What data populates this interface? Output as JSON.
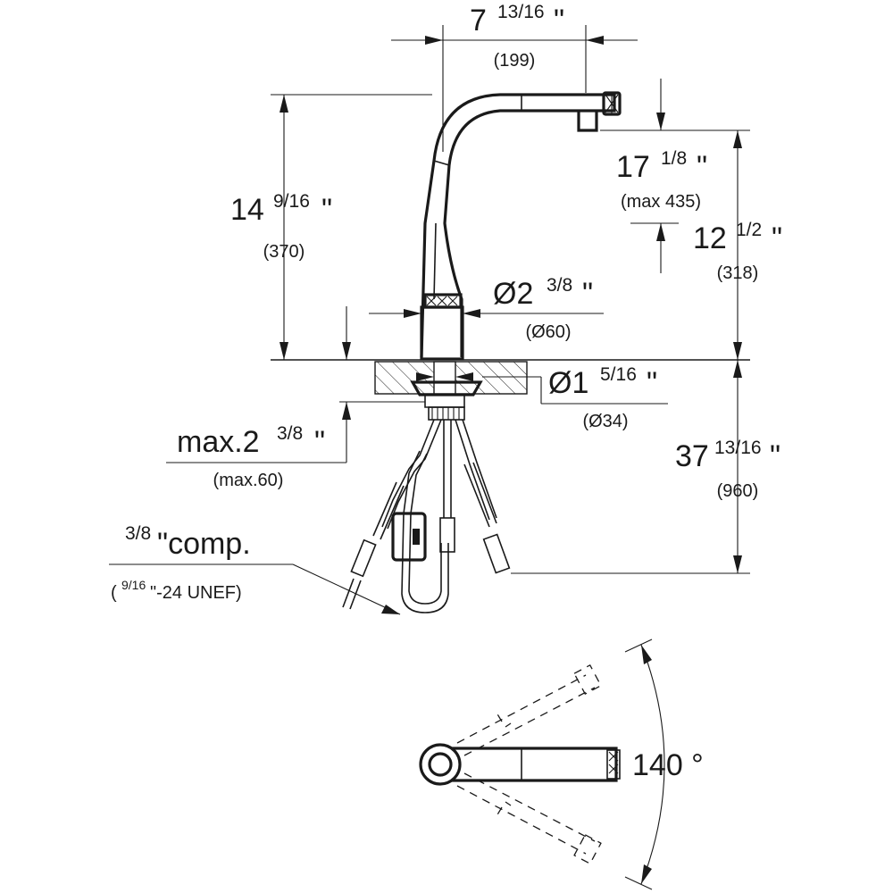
{
  "dimensions": {
    "spout_reach": {
      "whole": "7",
      "fraction": "13/16",
      "inch": "\"",
      "metric": "(199)"
    },
    "spout_height": {
      "whole": "14",
      "fraction": "9/16",
      "inch": "\"",
      "metric": "(370)"
    },
    "pullout_height": {
      "whole": "17",
      "fraction": "1/8",
      "inch": "\"",
      "metric": "(max 435)"
    },
    "outlet_height": {
      "whole": "12",
      "fraction": "1/2",
      "inch": "\"",
      "metric": "(318)"
    },
    "base_diameter": {
      "prefix": "Ø2",
      "fraction": "3/8",
      "inch": "\"",
      "metric": "(Ø60)"
    },
    "hole_diameter": {
      "prefix": "Ø1",
      "fraction": "5/16",
      "inch": "\"",
      "metric": "(Ø34)"
    },
    "hose_length": {
      "whole": "37",
      "fraction": "13/16",
      "inch": "\"",
      "metric": "(960)"
    },
    "deck_thickness": {
      "prefix": "max.2",
      "fraction": "3/8",
      "inch": "\"",
      "metric": "(max.60)"
    },
    "connection": {
      "fraction": "3/8",
      "label": "\"comp.",
      "thread_open": "(",
      "thread_fraction": "9/16",
      "thread_label": "\"-24 UNEF)"
    },
    "swivel_angle": "140 °"
  }
}
